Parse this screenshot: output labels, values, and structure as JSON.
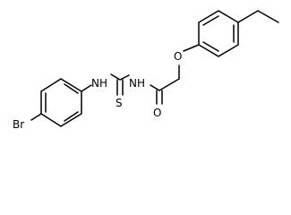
{
  "molecule": {
    "atoms": {
      "br": "Br",
      "nh_left": "NH",
      "s": "S",
      "nh_right": "NH",
      "o_carbonyl": "O",
      "o_ether": "O"
    }
  }
}
